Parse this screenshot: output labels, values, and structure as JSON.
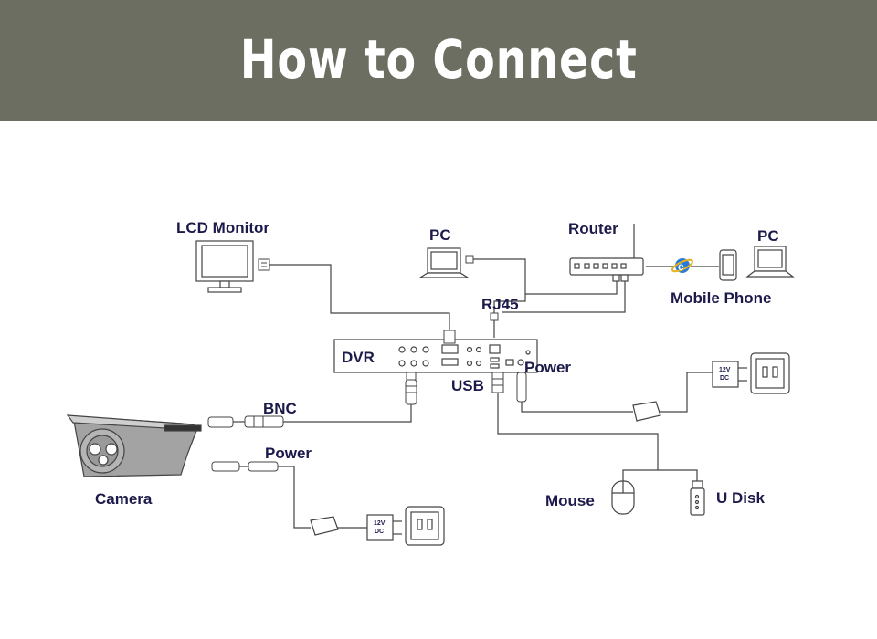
{
  "header": {
    "title": "How to Connect"
  },
  "labels": {
    "lcd_monitor": "LCD Monitor",
    "pc_left": "PC",
    "router": "Router",
    "pc_right": "PC",
    "mobile_phone": "Mobile Phone",
    "rj45": "RJ45",
    "dvr": "DVR",
    "power_dvr": "Power",
    "usb": "USB",
    "bnc": "BNC",
    "power_camera": "Power",
    "camera": "Camera",
    "mouse": "Mouse",
    "u_disk": "U Disk",
    "adapter_text_line1": "12V",
    "adapter_text_line2": "DC"
  },
  "colors": {
    "banner": "#6b6e60",
    "label": "#1c1a4a",
    "line": "#444444"
  }
}
